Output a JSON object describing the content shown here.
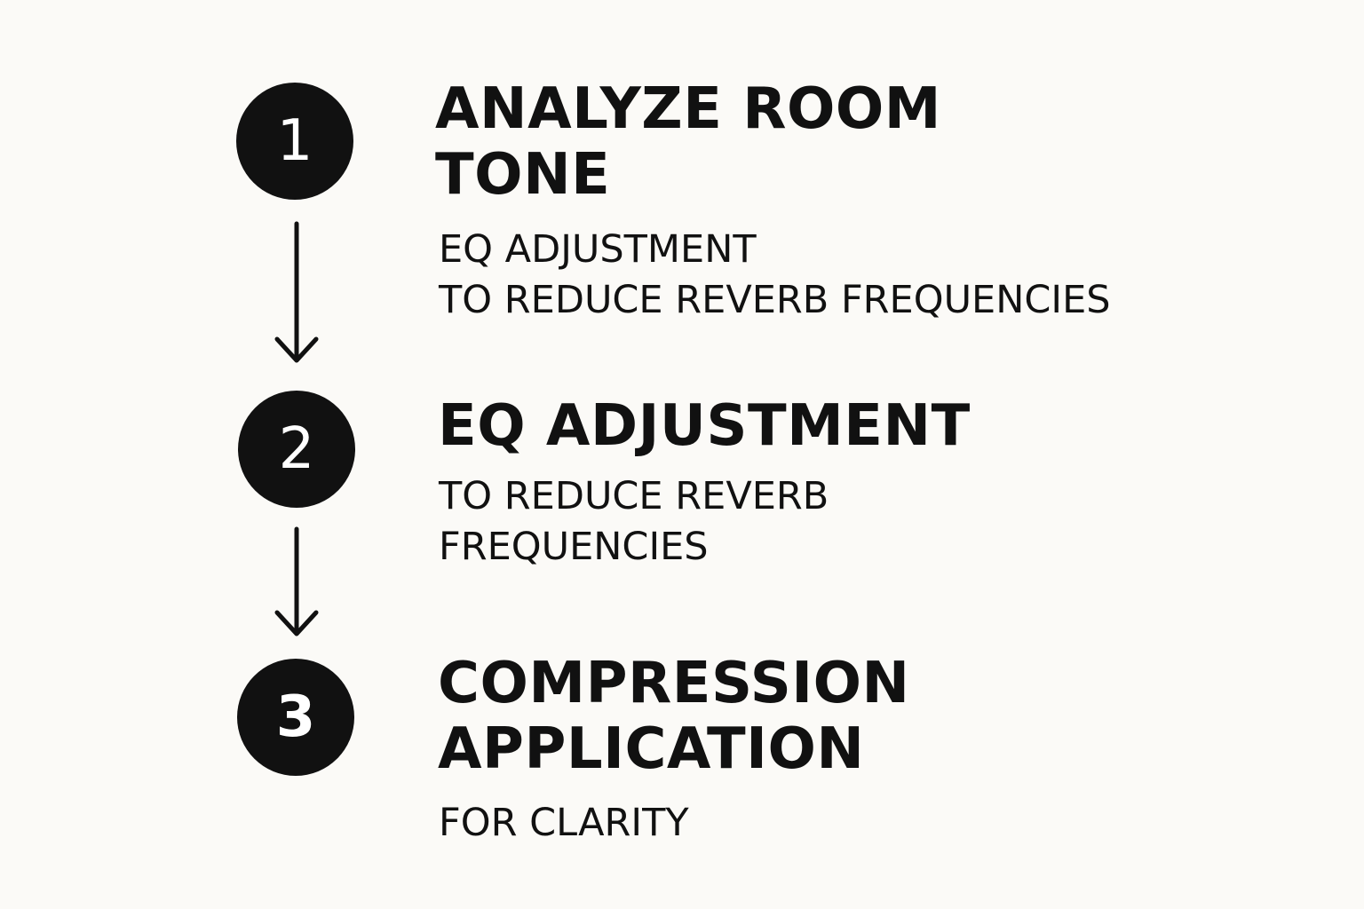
{
  "steps": [
    {
      "number": "1",
      "title_lines": [
        "ANALYZE ROOM",
        "TONE"
      ],
      "desc_lines": [
        "EQ ADJUSTMENT",
        "TO REDUCE REVERB FREQUENCIES"
      ]
    },
    {
      "number": "2",
      "title_lines": [
        "EQ ADJUSTMENT"
      ],
      "desc_lines": [
        "TO REDUCE REVERB",
        "FREQUENCIES"
      ]
    },
    {
      "number": "3",
      "title_lines": [
        "COMPRESSION",
        "APPLICATION"
      ],
      "desc_lines": [
        "FOR CLARITY"
      ]
    }
  ],
  "colors": {
    "background": "#fbfaf7",
    "ink": "#111111",
    "circle_text": "#ffffff"
  },
  "icons": {
    "connector": "arrow-down-icon"
  }
}
